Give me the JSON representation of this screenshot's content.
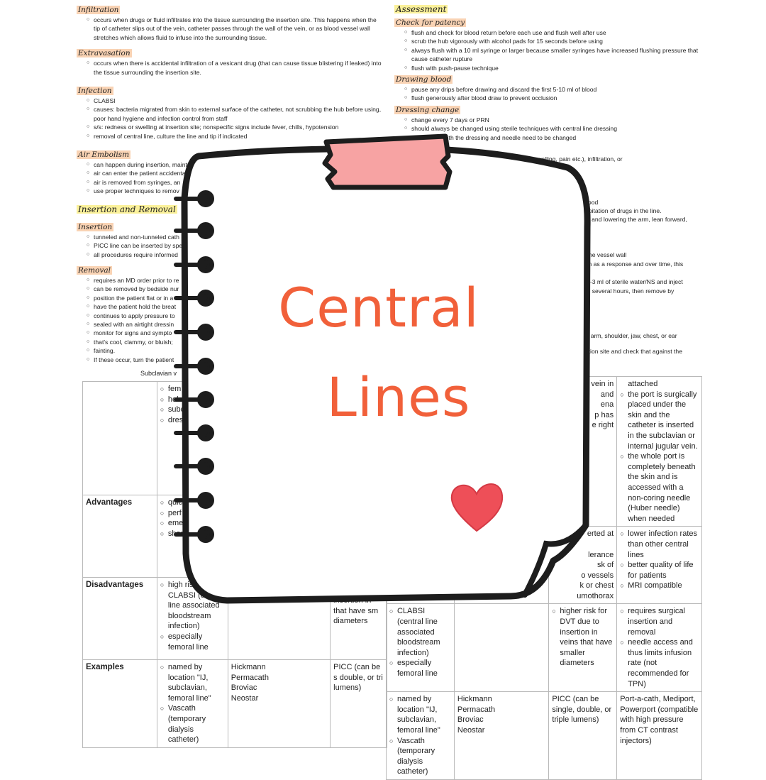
{
  "left_column": [
    {
      "heading": "Infiltration",
      "style": "orange",
      "items": [
        "occurs when drugs or fluid infiltrates into the tissue surrounding the insertion site. This happens when the tip of catheter slips out of the vein, catheter passes through the wall of the vein, or as blood vessel wall stretches which allows fluid to infuse into the surrounding tissue."
      ]
    },
    {
      "heading": "Extravasation",
      "style": "orange",
      "items": [
        "occurs when there is accidental infiltration of a vesicant drug (that can cause tissue blistering if leaked) into the tissue surrounding the insertion site."
      ]
    },
    {
      "heading": "Infection",
      "style": "orange",
      "items": [
        "CLABSI",
        "causes: bacteria migrated from skin to external surface of the catheter, not scrubbing the hub before using, poor hand hygiene and infection control from staff",
        "s/s: redness or swelling at insertion site; nonspecific signs include fever, chills, hypotension",
        "removal of central line, culture the line and tip if indicated"
      ]
    },
    {
      "heading": "Air Embolism",
      "style": "orange",
      "items": [
        "can happen during insertion, maintena",
        "air can enter the patient accidentall",
        "air is removed from syringes, an",
        "use proper techniques to remov"
      ]
    },
    {
      "heading": "Insertion and Removal",
      "style": "yellow",
      "items": []
    },
    {
      "heading": "Insertion",
      "style": "orange",
      "items": [
        "tunneled and non-tunneled cath",
        "PICC line can be inserted by spec",
        "all procedures require informed"
      ]
    },
    {
      "heading": "Removal",
      "style": "orange",
      "items": [
        "requires an MD order prior to re",
        "can be removed by bedside nur",
        "position the patient flat or in a",
        "have the patient hold the breat",
        "continues to apply pressure to",
        "sealed with an airtight dressin",
        "monitor for signs and sympto",
        "that's cool, clammy, or bluish;",
        "fainting.",
        "If these occur, turn the patient"
      ]
    }
  ],
  "right_column": [
    {
      "heading": "Assessment",
      "style": "yellow",
      "items": []
    },
    {
      "heading": "Check for patency",
      "style": "orange",
      "items": [
        "flush and check for blood return before each use and flush well after use",
        "scrub the hub vigorously with alcohol pads for 15 seconds before using",
        "always flush with a 10 ml syringe or larger because smaller syringes have increased flushing pressure that cause catheter rupture",
        "flush with push-pause technique"
      ]
    },
    {
      "heading": "Drawing blood",
      "style": "orange",
      "items": [
        "pause any drips before drawing and discard the first 5-10 ml of blood",
        "flush generously after blood draw to prevent occlusion"
      ]
    },
    {
      "heading": "Dressing change",
      "style": "orange",
      "items": [
        "change every 7 days or PRN",
        "should always be changed using sterile techniques with central line dressing",
        "nted ports, both the dressing and needle need to be changed"
      ]
    },
    {
      "heading": "ent",
      "style": "orange",
      "items": [
        "any signs of phlebitis (erythema, tenderness, swelling, pain etc.), infiltration, or"
      ]
    }
  ],
  "right_fragments": [
    "ting blood",
    "recipitation of drugs in the line.",
    "sing and lowering the arm, lean forward,",
    "to the vessel wall",
    "ibrin as a response and over time, this",
    "in 2-3 ml of sterile water/NS and inject",
    "p to several hours, then remove by",
    "per arm, shoulder, jaw, chest, or ear",
    "ertion site and check that against the"
  ],
  "subclavian_label": "Subclavian v",
  "table_left": {
    "top_row": {
      "c2": [
        "fem",
        "hel",
        "subc",
        "dres"
      ]
    },
    "advantages": {
      "label": "Advantages",
      "c2": [
        "quic",
        "perf",
        "emer",
        "shor"
      ]
    },
    "disadvantages": {
      "label": "Disadvantages",
      "c2": [
        "high risk for CLABSI (central line associated bloodstream infection)",
        "especially femoral line"
      ],
      "c4": "insertion in that have sm diameters"
    },
    "examples": {
      "label": "Examples",
      "c2": [
        "named by location \"IJ, subclavian, femoral line\"",
        "Vascath (temporary dialysis catheter)"
      ],
      "c3": "Hickmann\nPermacath\nBroviac\nNeostar",
      "c4": "PICC (can be s double, or tri lumens)"
    }
  },
  "table_right": {
    "top_row": {
      "c3_fragments": [
        "vein in",
        "and",
        "ena",
        "p has",
        "e right"
      ],
      "c4": [
        "attached",
        "the port is surgically placed under the skin and the catheter is inserted in the subclavian or internal jugular vein.",
        "the whole port is completely beneath the skin and is accessed with a non-coring needle (Huber needle) when needed"
      ]
    },
    "advantages": {
      "c3_fragments": [
        "erted at",
        "",
        "lerance",
        "sk of",
        "o vessels",
        "k or chest",
        "umothorax"
      ],
      "c4": [
        "lower infection rates than other central lines",
        "better quality of life for patients",
        "MRI compatible"
      ]
    },
    "disadvantages": {
      "c1": [
        "CLABSI (central line associated bloodstream infection)",
        "especially femoral line"
      ],
      "c3": [
        "higher risk for DVT due to insertion in veins that have smaller diameters"
      ],
      "c4": [
        "requires surgical insertion and removal",
        "needle access and thus limits infusion rate (not recommended for TPN)"
      ]
    },
    "examples": {
      "c1": [
        "named by location \"IJ, subclavian, femoral line\"",
        "Vascath (temporary dialysis catheter)"
      ],
      "c2": "Hickmann\nPermacath\nBroviac\nNeostar",
      "c3": "PICC (can be single, double, or triple lumens)",
      "c4": "Port-a-cath, Mediport, Powerport (compatible with high pressure from CT contrast injectors)"
    }
  },
  "cover": {
    "title_line1": "Central",
    "title_line2": "Lines"
  },
  "colors": {
    "title": "#f1603a",
    "tape": "#f7a3a3",
    "heart": "#ee4f58",
    "highlight_orange": "#f9d3b4",
    "highlight_yellow": "#fbf19a",
    "outline": "#222222"
  }
}
